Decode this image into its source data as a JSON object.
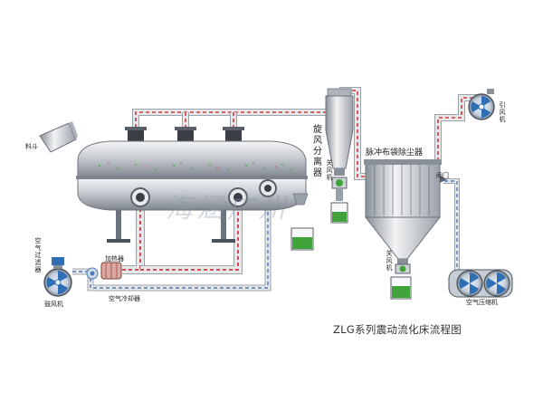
{
  "title": "ZLG系列震动流化床流程图",
  "watermark": "海涵广州",
  "labels": {
    "feed": "料斗",
    "air_filter": "空气过滤器",
    "blower": "鼓风机",
    "heater": "加热器",
    "air_cooler": "空气冷却器",
    "cyclone": "旋风分离器",
    "cyclone_valve": "关风机",
    "bag_filter": "脉冲布袋除尘器",
    "bag_valve": "关风机",
    "air_valve": "阀门",
    "induced_fan": "引风机",
    "compressor": "空气压缩机"
  },
  "colors": {
    "hot_pipe": "#d23a3a",
    "cold_pipe": "#4a78b8",
    "pipe_body": "#d8dade",
    "steel_light": "#eef0f3",
    "steel_dark": "#8f959e",
    "fan_blue": "#2f6fb5",
    "product_green": "#3fa33a"
  },
  "icons": [
    "fan-icon",
    "valve-icon",
    "bin-icon"
  ]
}
